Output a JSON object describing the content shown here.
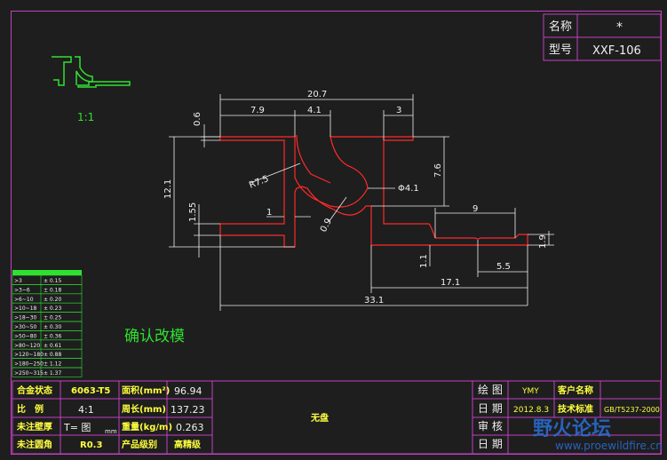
{
  "title_block": {
    "name_label": "名称",
    "name_value": "*",
    "model_label": "型号",
    "model_value": "XXF-106"
  },
  "scale_note": "1:1",
  "confirm_note": "确认改模",
  "dimensions": {
    "overall_top": "20.7",
    "left_top": "7.9",
    "mid_top": "4.1",
    "right_top": "3",
    "wall_top": "0.6",
    "height_left": "12.1",
    "height_bottom": "1.55",
    "height_right": "7.6",
    "radius": "R7.5",
    "diameter": "Φ4.1",
    "slot_width": "1",
    "slot_angle": "0.9",
    "tail_length": "9",
    "tail_height": "1.9",
    "foot_height": "1.1",
    "foot_width": "5.5",
    "right_span": "17.1",
    "overall_bottom": "33.1"
  },
  "tolerance_table": {
    "rows": [
      {
        "range": ">3",
        "tol": "± 0.15"
      },
      {
        "range": ">3~6",
        "tol": "± 0.18"
      },
      {
        "range": ">6~10",
        "tol": "± 0.20"
      },
      {
        "range": ">10~18",
        "tol": "± 0.23"
      },
      {
        "range": ">18~30",
        "tol": "± 0.25"
      },
      {
        "range": ">30~50",
        "tol": "± 0.30"
      },
      {
        "range": ">50~80",
        "tol": "± 0.36"
      },
      {
        "range": ">80~120",
        "tol": "± 0.61"
      },
      {
        "range": ">120~180",
        "tol": "± 0.88"
      },
      {
        "range": ">180~250",
        "tol": "± 1.12"
      },
      {
        "range": ">250~315",
        "tol": "± 1.37"
      }
    ]
  },
  "spec_table": {
    "alloy_label": "合金状态",
    "alloy_value": "6063-T5",
    "area_label": "面积(mm²)",
    "area_value": "96.94",
    "scale_label": "比　例",
    "scale_value": "4:1",
    "perimeter_label": "周长(mm)",
    "perimeter_value": "137.23",
    "wall_label": "未注壁厚",
    "wall_value": "T= 图",
    "wall_unit": "mm",
    "weight_label": "重量(kg/m)",
    "weight_value": "0.263",
    "fillet_label": "未注圆角",
    "fillet_value": "R0.3",
    "grade_label": "产品级别",
    "grade_value": "高精级",
    "center_note": "无盘"
  },
  "sign_table": {
    "draw_label": "绘 图",
    "draw_value": "YMY",
    "customer_label": "客户名称",
    "date_label": "日 期",
    "date_value": "2012.8.3",
    "standard_label": "技术标准",
    "standard_value": "GB/T5237-2000",
    "check_label": "审 核",
    "date2_label": "日 期"
  },
  "watermark": {
    "text": "野火论坛",
    "url": "www.proewildfire.cn"
  },
  "colors": {
    "background": "#1e1e1e",
    "profile": "#ff2a2a",
    "dimension": "#f0f0f0",
    "table_line": "#c040c0",
    "table_text": "#ffff40",
    "label_text": "#f0f0f0",
    "green": "#30e030"
  }
}
